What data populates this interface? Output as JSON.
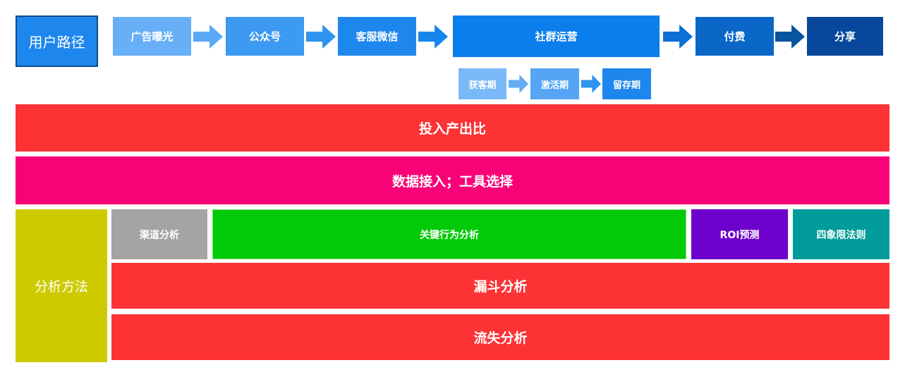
{
  "user_path": {
    "label": "用户路径",
    "steps": [
      {
        "label": "广告曝光",
        "color": "#67aff7"
      },
      {
        "label": "公众号",
        "color": "#3d9af2"
      },
      {
        "label": "客服微信",
        "color": "#1e87ee"
      },
      {
        "label": "社群运营",
        "color": "#0b7eec"
      },
      {
        "label": "付费",
        "color": "#0a67c7"
      },
      {
        "label": "分享",
        "color": "#07489c"
      }
    ],
    "arrow_colors": [
      "#5aa8f6",
      "#2f93f0",
      "#1685ec",
      "#0b70d8",
      "#08549f"
    ],
    "sub_steps": [
      {
        "label": "获客期",
        "color": "#7ab9f7"
      },
      {
        "label": "激活期",
        "color": "#55a5f4"
      },
      {
        "label": "留存期",
        "color": "#1e87ee"
      }
    ],
    "sub_arrow_colors": [
      "#62abf5",
      "#2f93f0"
    ]
  },
  "bands": {
    "roi": {
      "label": "投入产出比",
      "color": "#fd3235"
    },
    "data": {
      "label": "数据接入；工具选择",
      "color": "#fa0277"
    }
  },
  "methods": {
    "label": "分析方法",
    "label_color": "#cdcb00",
    "items": [
      {
        "label": "渠道分析",
        "color": "#a4a4a4"
      },
      {
        "label": "关键行为分析",
        "color": "#03ca07"
      },
      {
        "label": "ROI预测",
        "color": "#6e00cb"
      },
      {
        "label": "四象限法则",
        "color": "#029b9c"
      },
      {
        "label": "漏斗分析",
        "color": "#fd3235"
      },
      {
        "label": "流失分析",
        "color": "#fd3235"
      }
    ]
  }
}
